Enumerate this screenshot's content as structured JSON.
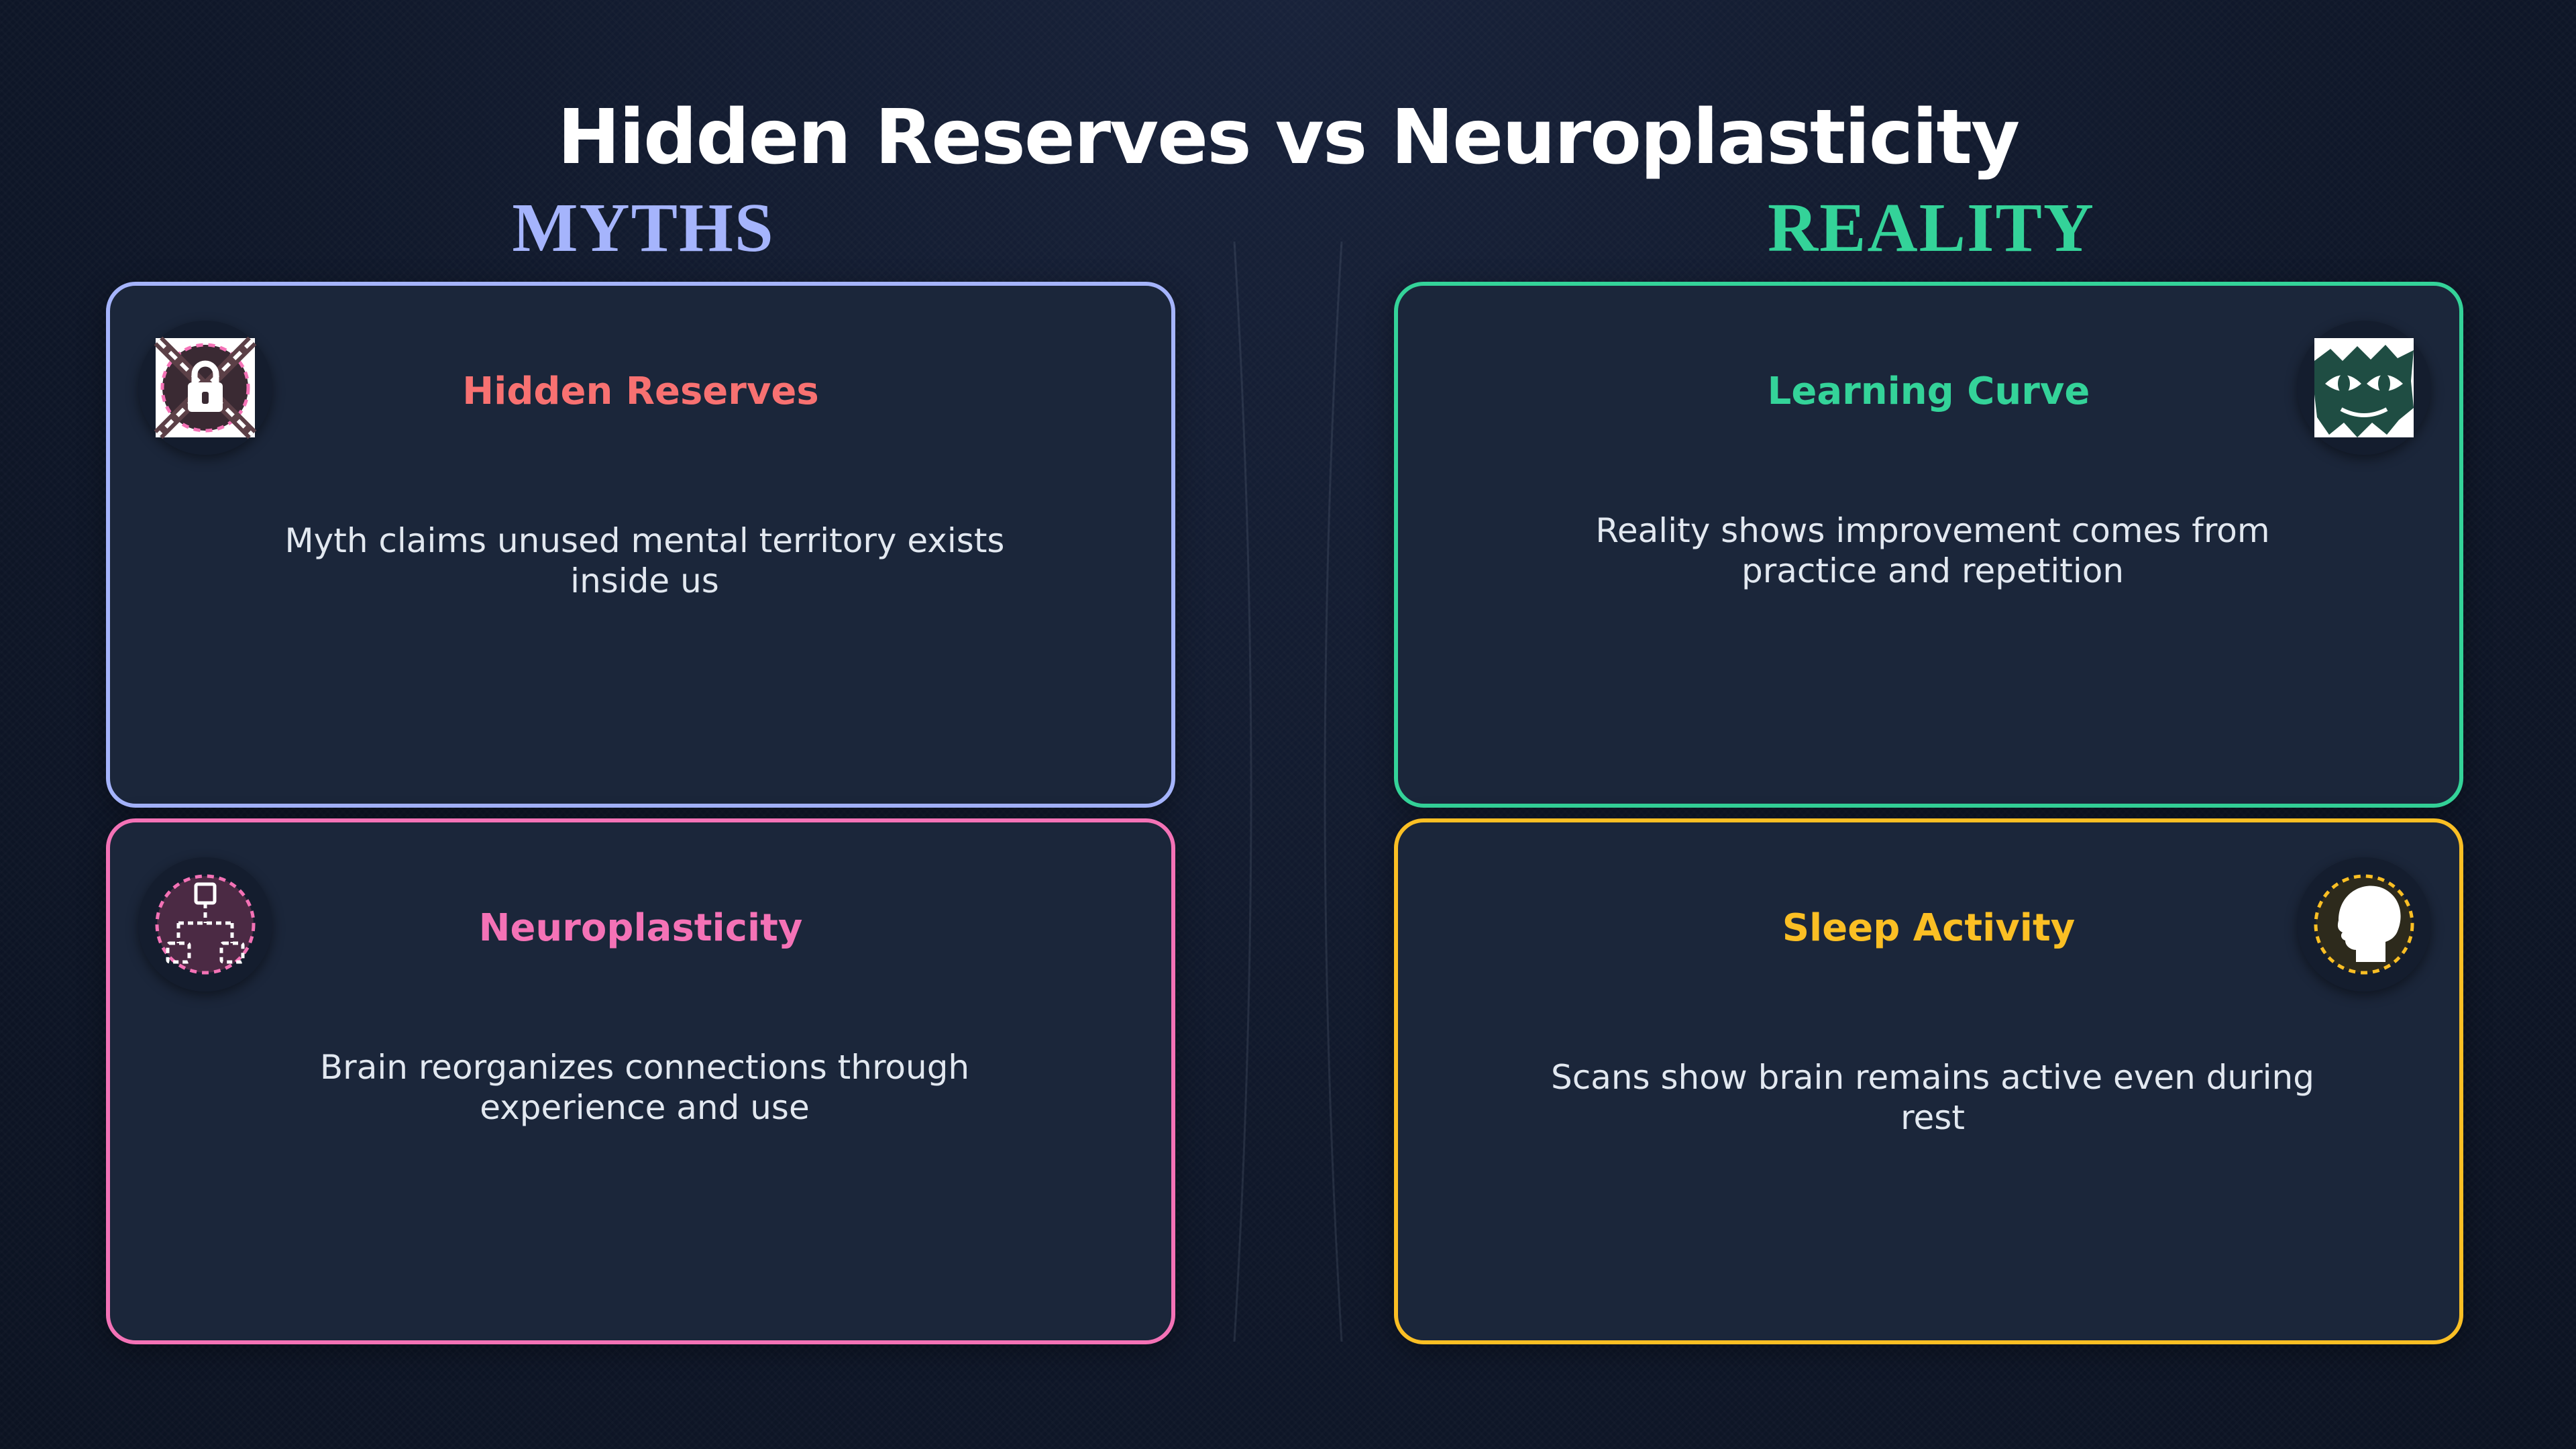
{
  "title": "Hidden Reserves vs Neuroplasticity",
  "columns": {
    "myths": "MYTHS",
    "reality": "REALITY"
  },
  "colors": {
    "myths": "#a5b4fc",
    "reality": "#34d399",
    "card1": "#f87171",
    "card2": "#34d399",
    "card3": "#f472b6",
    "card4": "#fbbf24"
  },
  "cards": [
    {
      "title": "Hidden Reserves",
      "text": "Myth claims unused mental territory exists inside us",
      "icon": "padlock-chains-icon"
    },
    {
      "title": "Learning Curve",
      "text": "Reality shows improvement comes from practice and repetition",
      "icon": "cat-eyes-icon"
    },
    {
      "title": "Neuroplasticity",
      "text": "Brain reorganizes connections through experience and use",
      "icon": "network-diagram-icon"
    },
    {
      "title": "Sleep Activity",
      "text": "Scans show brain remains active even during rest",
      "icon": "head-silhouette-icon"
    }
  ]
}
